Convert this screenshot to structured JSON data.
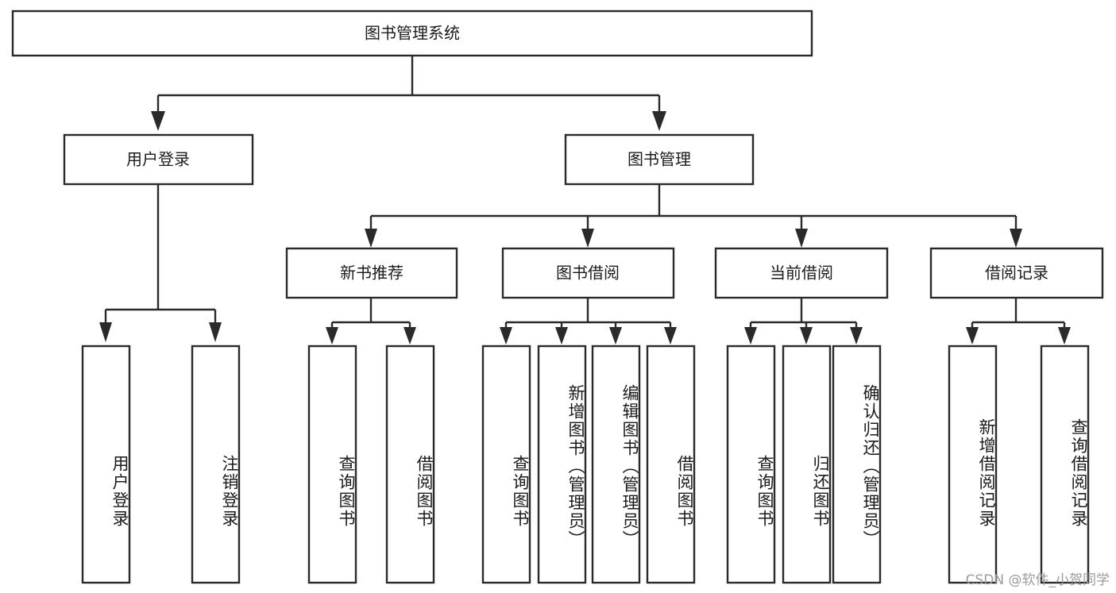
{
  "diagram": {
    "type": "tree-hierarchy",
    "title": "图书管理系统",
    "watermark": "CSDN @软件_小贺同学",
    "colors": {
      "box_stroke": "#2a2a2a",
      "box_fill": "#ffffff",
      "text": "#1b1b1b",
      "background": "#ffffff",
      "watermark": "#9b9b9b"
    },
    "levels": {
      "root": {
        "label": "图书管理系统"
      },
      "level2": [
        {
          "label": "用户登录"
        },
        {
          "label": "图书管理"
        }
      ],
      "level3": [
        {
          "label": "新书推荐"
        },
        {
          "label": "图书借阅"
        },
        {
          "label": "当前借阅"
        },
        {
          "label": "借阅记录"
        }
      ],
      "leaves": {
        "user_login": [
          {
            "label": "用户登录"
          },
          {
            "label": "注销登录"
          }
        ],
        "new_book_recommend": [
          {
            "label": "查询图书"
          },
          {
            "label": "借阅图书"
          }
        ],
        "book_borrow": [
          {
            "label": "查询图书"
          },
          {
            "label": "新增图书（管理员）"
          },
          {
            "label": "编辑图书（管理员）"
          },
          {
            "label": "借阅图书"
          }
        ],
        "current_borrow": [
          {
            "label": "查询图书"
          },
          {
            "label": "归还图书"
          },
          {
            "label": "确认归还（管理员）"
          }
        ],
        "borrow_record": [
          {
            "label": "新增借阅记录"
          },
          {
            "label": "查询借阅记录"
          }
        ]
      }
    }
  }
}
